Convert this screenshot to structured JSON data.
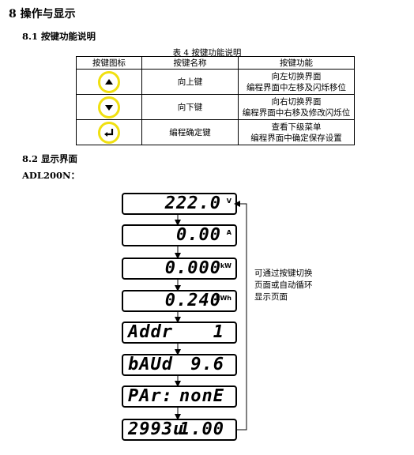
{
  "section_title": "8 操作与显示",
  "subsection_1": "8.1 按键功能说明",
  "table_caption": "表 4  按键功能说明",
  "table": {
    "headers": [
      "按键图标",
      "按键名称",
      "按键功能"
    ],
    "rows": [
      {
        "icon": "up-arrow-icon",
        "name": "向上键",
        "func1": "向左切换界面",
        "func2": "编程界面中左移及闪烁移位"
      },
      {
        "icon": "down-arrow-icon",
        "name": "向下键",
        "func1": "向右切换界面",
        "func2": "编程界面中右移及修改闪烁位"
      },
      {
        "icon": "enter-icon",
        "name": "编程确定键",
        "func1": "查看下级菜单",
        "func2": "编程界面中确定保存设置"
      }
    ]
  },
  "subsection_2": "8.2 显示界面",
  "model_label": "ADL200N：",
  "displays": [
    {
      "value": "222.0",
      "unit": "V"
    },
    {
      "value": "0.00",
      "unit": "A"
    },
    {
      "value": "0.000",
      "unit": "kW"
    },
    {
      "value": "0.240",
      "unit": "kWh"
    },
    {
      "left": "Addr",
      "value": "1"
    },
    {
      "left": "bAUd",
      "value": "9.6"
    },
    {
      "left": "PAr:",
      "value": "nonE"
    },
    {
      "left": "2993u",
      "value": "1.00"
    }
  ],
  "note": "可通过按键切换页面或自动循环显示页面",
  "colors": {
    "key_ring": "#f0e010"
  }
}
